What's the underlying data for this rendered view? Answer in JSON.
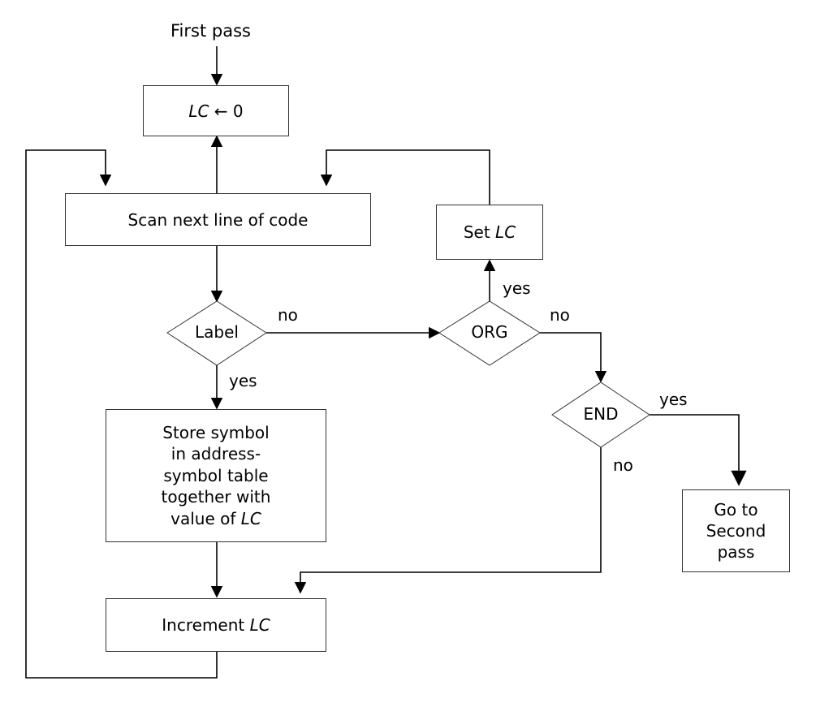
{
  "start_label": "First pass",
  "boxes": {
    "init": {
      "text": "LC ← 0",
      "pre": "",
      "var": "LC",
      "post": " ← 0"
    },
    "scan": {
      "text": "Scan next line of code"
    },
    "set_lc": {
      "text": "Set LC",
      "pre": "Set ",
      "var": "LC"
    },
    "store": {
      "text": "Store symbol in address-symbol table together with value of LC",
      "lines": [
        "Store symbol",
        "in address-",
        "symbol table",
        "together with"
      ],
      "last_pre": "value of ",
      "var": "LC"
    },
    "increment": {
      "text": "Increment LC",
      "pre": "Increment ",
      "var": "LC"
    },
    "second_pass": {
      "text": "Go to Second pass",
      "lines": [
        "Go to",
        "Second",
        "pass"
      ]
    }
  },
  "decisions": {
    "label": "Label",
    "org": "ORG",
    "end": "END"
  },
  "branch_labels": {
    "label_no": "no",
    "label_yes": "yes",
    "org_yes": "yes",
    "org_no": "no",
    "end_yes": "yes",
    "end_no": "no"
  }
}
